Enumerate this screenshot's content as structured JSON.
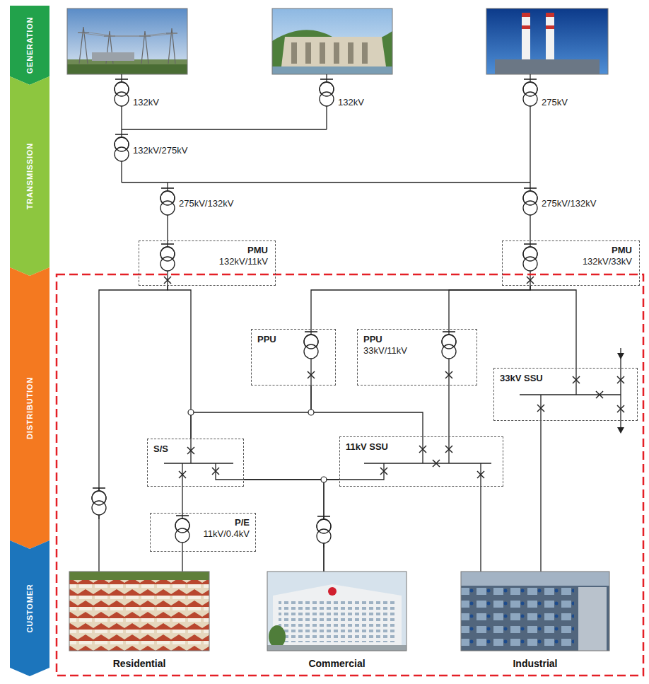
{
  "diagram": {
    "nodes": [
      {
        "text": [
          "GENERATION"
        ]
      },
      {
        "text": [
          "TRANSMISSION"
        ]
      },
      {
        "text": [
          "DISTRIBUTION"
        ]
      },
      {
        "text": [
          "CUSTOMER"
        ]
      },
      {
        "text": [
          "PMU",
          "132kV/11kV"
        ]
      },
      {
        "text": [
          "PMU",
          "132kV/33kV"
        ]
      },
      {
        "text": [
          "PPU"
        ]
      },
      {
        "text": [
          "PPU",
          "33kV/11kV"
        ]
      },
      {
        "text": [
          "33kV SSU"
        ]
      },
      {
        "text": [
          "S/S"
        ]
      },
      {
        "text": [
          "11kV SSU"
        ]
      },
      {
        "text": [
          "P/E",
          "11kV/0.4kV"
        ]
      },
      {
        "text": [
          "Residential"
        ]
      },
      {
        "text": [
          "Commercial"
        ]
      },
      {
        "text": [
          "Industrial"
        ]
      }
    ],
    "edges": [
      {
        "from": 4,
        "to": 12,
        "arrow": "none"
      },
      {
        "from": 4,
        "to": 9,
        "arrow": "none"
      },
      {
        "from": 5,
        "to": 6,
        "arrow": "none"
      },
      {
        "from": 5,
        "to": 7,
        "arrow": "none"
      },
      {
        "from": 5,
        "to": 8,
        "arrow": "none"
      },
      {
        "from": 6,
        "to": 9,
        "arrow": "none"
      },
      {
        "from": 6,
        "to": 10,
        "arrow": "none"
      },
      {
        "from": 7,
        "to": 10,
        "arrow": "none"
      },
      {
        "from": 9,
        "to": 11,
        "arrow": "none"
      },
      {
        "from": 11,
        "to": 12,
        "arrow": "none"
      },
      {
        "from": 9,
        "to": 10,
        "arrow": "none"
      },
      {
        "from": 9,
        "to": 13,
        "arrow": "none"
      },
      {
        "from": 10,
        "to": 13,
        "arrow": "none"
      },
      {
        "from": 10,
        "to": 14,
        "arrow": "none"
      },
      {
        "from": 8,
        "to": 14,
        "arrow": "none"
      }
    ],
    "labels": [
      "132kV",
      "132kV",
      "275kV",
      "132kV/275kV",
      "275kV/132kV",
      "275kV/132kV"
    ]
  }
}
